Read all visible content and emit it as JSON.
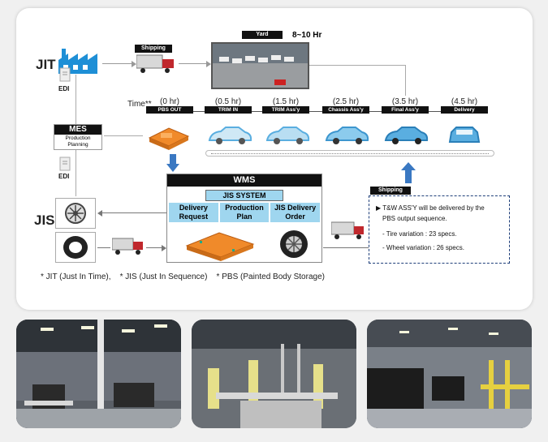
{
  "jit_label": "JIT",
  "jis_label": "JIS",
  "edi_label": "EDI",
  "mes": {
    "title": "MES",
    "subtitle": "Production Planning"
  },
  "shipping_label": "Shipping",
  "yard": {
    "label": "Yard",
    "duration": "8~10 Hr"
  },
  "time_prefix": "Time**",
  "stages": [
    {
      "time": "(0 hr)",
      "name": "PBS OUT"
    },
    {
      "time": "(0.5 hr)",
      "name": "TRIM IN"
    },
    {
      "time": "(1.5 hr)",
      "name": "TRIM Ass'y"
    },
    {
      "time": "(2.5 hr)",
      "name": "Chassis Ass'y"
    },
    {
      "time": "(3.5 hr)",
      "name": "Final Ass'y"
    },
    {
      "time": "(4.5 hr)",
      "name": "Delivery"
    }
  ],
  "wms": {
    "title": "WMS",
    "subtitle": "JIS SYSTEM",
    "cells": [
      "Delivery Request",
      "Production Plan",
      "JIS Delivery Order"
    ]
  },
  "tw_box": {
    "line1": "▶ T&W ASS'Y will be delivered by the",
    "line2": "PBS output sequence.",
    "line3": "- Tire variation : 23 specs.",
    "line4": "- Wheel variation : 26 specs."
  },
  "footnote": "* JIT (Just In Time),    * JIS (Just In Sequence)    * PBS (Painted Body Storage)",
  "colors": {
    "factory_blue": "#1e8fd6",
    "arrow_blue": "#3a78c2",
    "cell_blue": "#9fd6ef",
    "pallet_orange": "#f08a2a",
    "car_blue": "#5aaee0"
  }
}
